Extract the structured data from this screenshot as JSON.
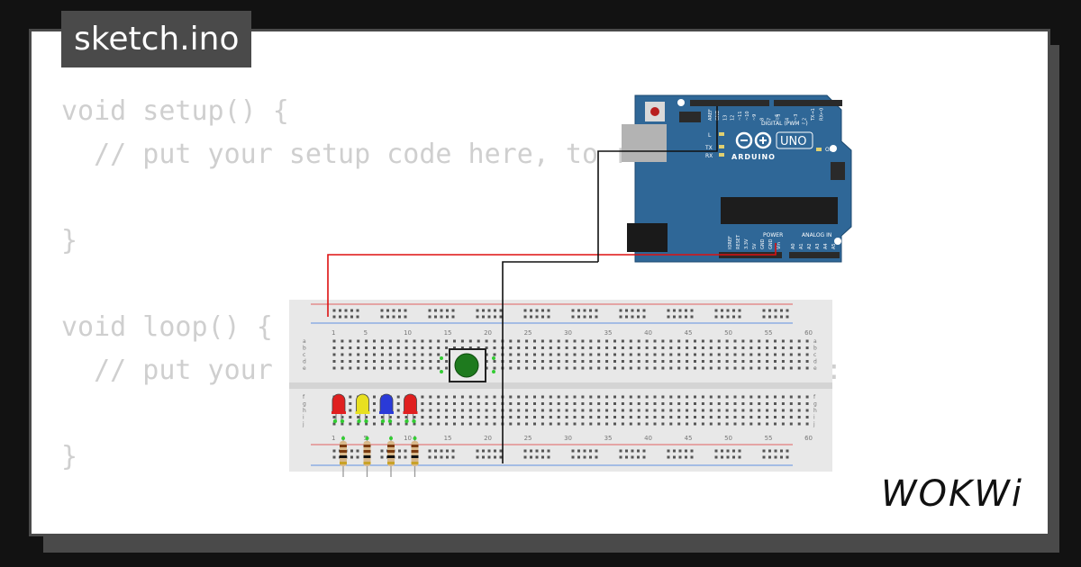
{
  "file_tab": {
    "label": "sketch.ino"
  },
  "code_lines": [
    "void setup() {",
    "  // put your setup code here, to run once:",
    "",
    "}",
    "",
    "void loop() {",
    "  // put your main code here, to run repeatedly:",
    "",
    "}"
  ],
  "arduino": {
    "board_name": "UNO",
    "brand": "ARDUINO",
    "digital_label": "DIGITAL (PWM ~)",
    "power_label": "POWER",
    "analog_label": "ANALOG IN",
    "led_labels": {
      "l": "L",
      "tx": "TX",
      "rx": "RX",
      "on": "ON"
    },
    "top_pins": [
      "AREF",
      "GND",
      "13",
      "12",
      "~11",
      "~10",
      "~9",
      "8",
      "7",
      "~6",
      "~5",
      "4",
      "~3",
      "2",
      "TX→1",
      "RX←0"
    ],
    "bottom_pins": [
      "IOREF",
      "RESET",
      "3.3V",
      "5V",
      "GND",
      "GND",
      "Vin",
      "A0",
      "A1",
      "A2",
      "A3",
      "A4",
      "A5"
    ]
  },
  "breadboard": {
    "column_numbers": [
      "1",
      "5",
      "10",
      "15",
      "20",
      "25",
      "30",
      "35",
      "40",
      "45",
      "50",
      "55",
      "60"
    ],
    "row_letters_top": [
      "a",
      "b",
      "c",
      "d",
      "e"
    ],
    "row_letters_bottom": [
      "f",
      "g",
      "h",
      "i",
      "j"
    ]
  },
  "leds": [
    {
      "color": "#e02020"
    },
    {
      "color": "#e8e020"
    },
    {
      "color": "#2a3ad8"
    },
    {
      "color": "#e02020"
    }
  ],
  "button": {
    "color": "#1e7a1e"
  },
  "wire_colors": {
    "power": "#dd1111",
    "ground": "#111111"
  },
  "brand_logo": "WOKWi"
}
